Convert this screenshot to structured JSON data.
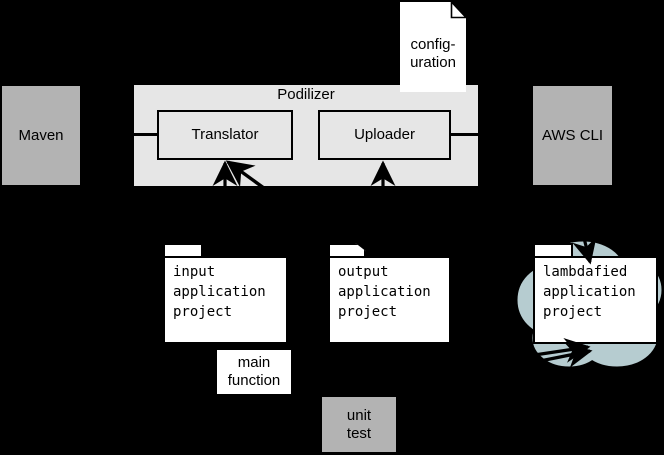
{
  "diagram": {
    "title": "Podilizer architecture diagram",
    "background_color": "#000000",
    "colors": {
      "actor_gray": "#b3b3b3",
      "container_gray": "#e6e6e6",
      "cloud_blue_gray": "#b6ccd0",
      "node_white": "#ffffff",
      "stroke_black": "#000000"
    }
  },
  "actors": {
    "maven": "Maven",
    "aws_cli": "AWS CLI",
    "unit_test": "unit\ntest"
  },
  "podilizer": {
    "title": "Podilizer",
    "components": [
      {
        "name": "translator",
        "label": "Translator"
      },
      {
        "name": "uploader",
        "label": "Uploader"
      }
    ]
  },
  "artifacts": {
    "configuration": "config-\nuration",
    "input_project": "input\napplication\nproject",
    "output_project": "output\napplication\nproject",
    "lambdafied_project": "lambdafied\napplication\nproject",
    "main_function": "main\nfunction"
  }
}
